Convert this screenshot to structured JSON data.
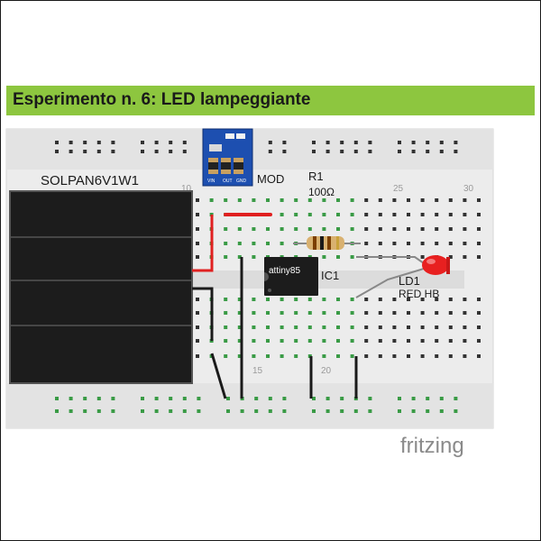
{
  "header": {
    "title": "Esperimento n. 6: LED lampeggiante"
  },
  "components": {
    "solar_panel": "SOLPAN6V1W1",
    "module": "MOD",
    "module_pins": [
      "VIN",
      "OUT",
      "GND"
    ],
    "resistor_name": "R1",
    "resistor_value": "100Ω",
    "ic_name": "IC1",
    "ic_chip": "attiny85",
    "led_name": "LD1",
    "led_type": "RED HB"
  },
  "breadboard": {
    "column_labels": [
      "10",
      "15",
      "20",
      "25",
      "30"
    ]
  },
  "logo": "fritzing",
  "colors": {
    "banner": "#8dc63f",
    "board": "#ececec",
    "hole": "#333333",
    "connected_hole": "#3a9b46",
    "wire_red": "#e02020",
    "wire_black": "#1a1a1a",
    "led": "#e82020"
  }
}
